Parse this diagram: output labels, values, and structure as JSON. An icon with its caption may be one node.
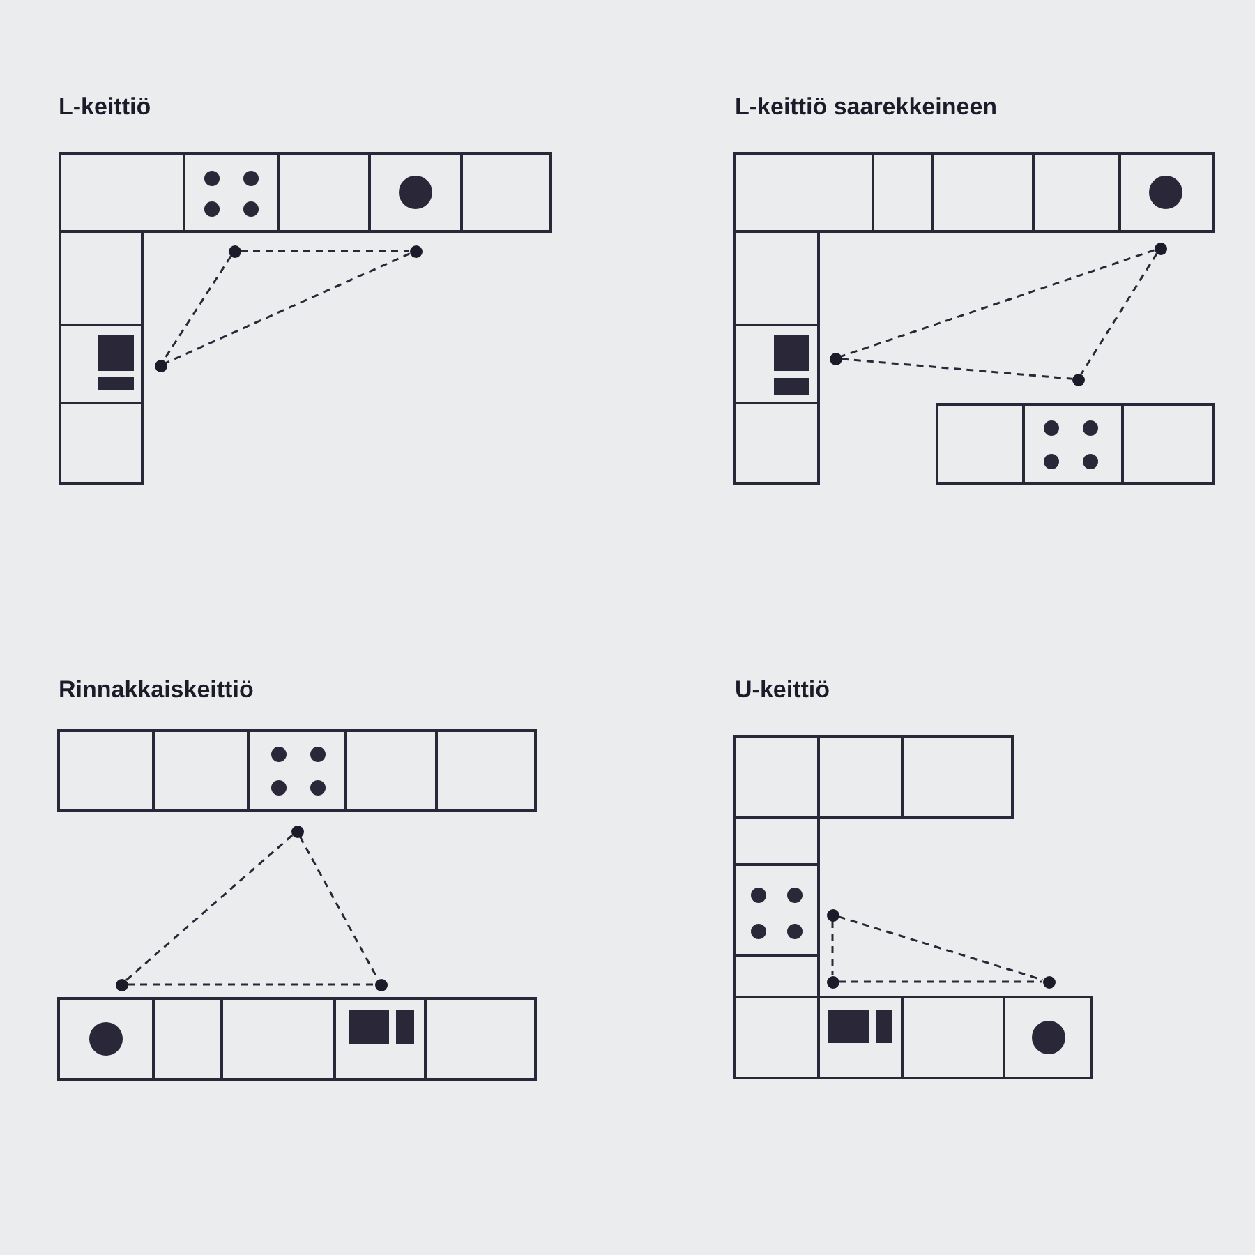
{
  "diagram": {
    "nodes": [
      {
        "text": [],
        "shape": "circle"
      },
      {
        "text": [],
        "shape": "circle"
      },
      {
        "text": [],
        "shape": "circle"
      },
      {
        "text": [],
        "shape": "circle"
      },
      {
        "text": [],
        "shape": "circle"
      },
      {
        "text": [],
        "shape": "circle"
      },
      {
        "text": [],
        "shape": "circle"
      },
      {
        "text": [],
        "shape": "circle"
      },
      {
        "text": [],
        "shape": "circle"
      },
      {
        "text": [],
        "shape": "circle"
      },
      {
        "text": [],
        "shape": "circle"
      },
      {
        "text": [],
        "shape": "circle"
      }
    ],
    "edges": [
      {
        "from": 0,
        "to": 1,
        "arrow": "none",
        "style": "dashed"
      },
      {
        "from": 0,
        "to": 2,
        "arrow": "none",
        "style": "dashed"
      },
      {
        "from": 1,
        "to": 2,
        "arrow": "none",
        "style": "dashed"
      },
      {
        "from": 3,
        "to": 4,
        "arrow": "none",
        "style": "dashed"
      },
      {
        "from": 3,
        "to": 5,
        "arrow": "none",
        "style": "dashed"
      },
      {
        "from": 4,
        "to": 5,
        "arrow": "none",
        "style": "dashed"
      },
      {
        "from": 6,
        "to": 7,
        "arrow": "none",
        "style": "dashed"
      },
      {
        "from": 6,
        "to": 8,
        "arrow": "none",
        "style": "dashed"
      },
      {
        "from": 7,
        "to": 8,
        "arrow": "none",
        "style": "dashed"
      },
      {
        "from": 9,
        "to": 10,
        "arrow": "none",
        "style": "dashed"
      },
      {
        "from": 9,
        "to": 11,
        "arrow": "none",
        "style": "dashed"
      },
      {
        "from": 10,
        "to": 11,
        "arrow": "none",
        "style": "dashed"
      }
    ],
    "labels": [
      "L-keittiö",
      "L-keittiö saarekkeineen",
      "Rinnakkaiskeittiö",
      "U-keittiö"
    ]
  }
}
